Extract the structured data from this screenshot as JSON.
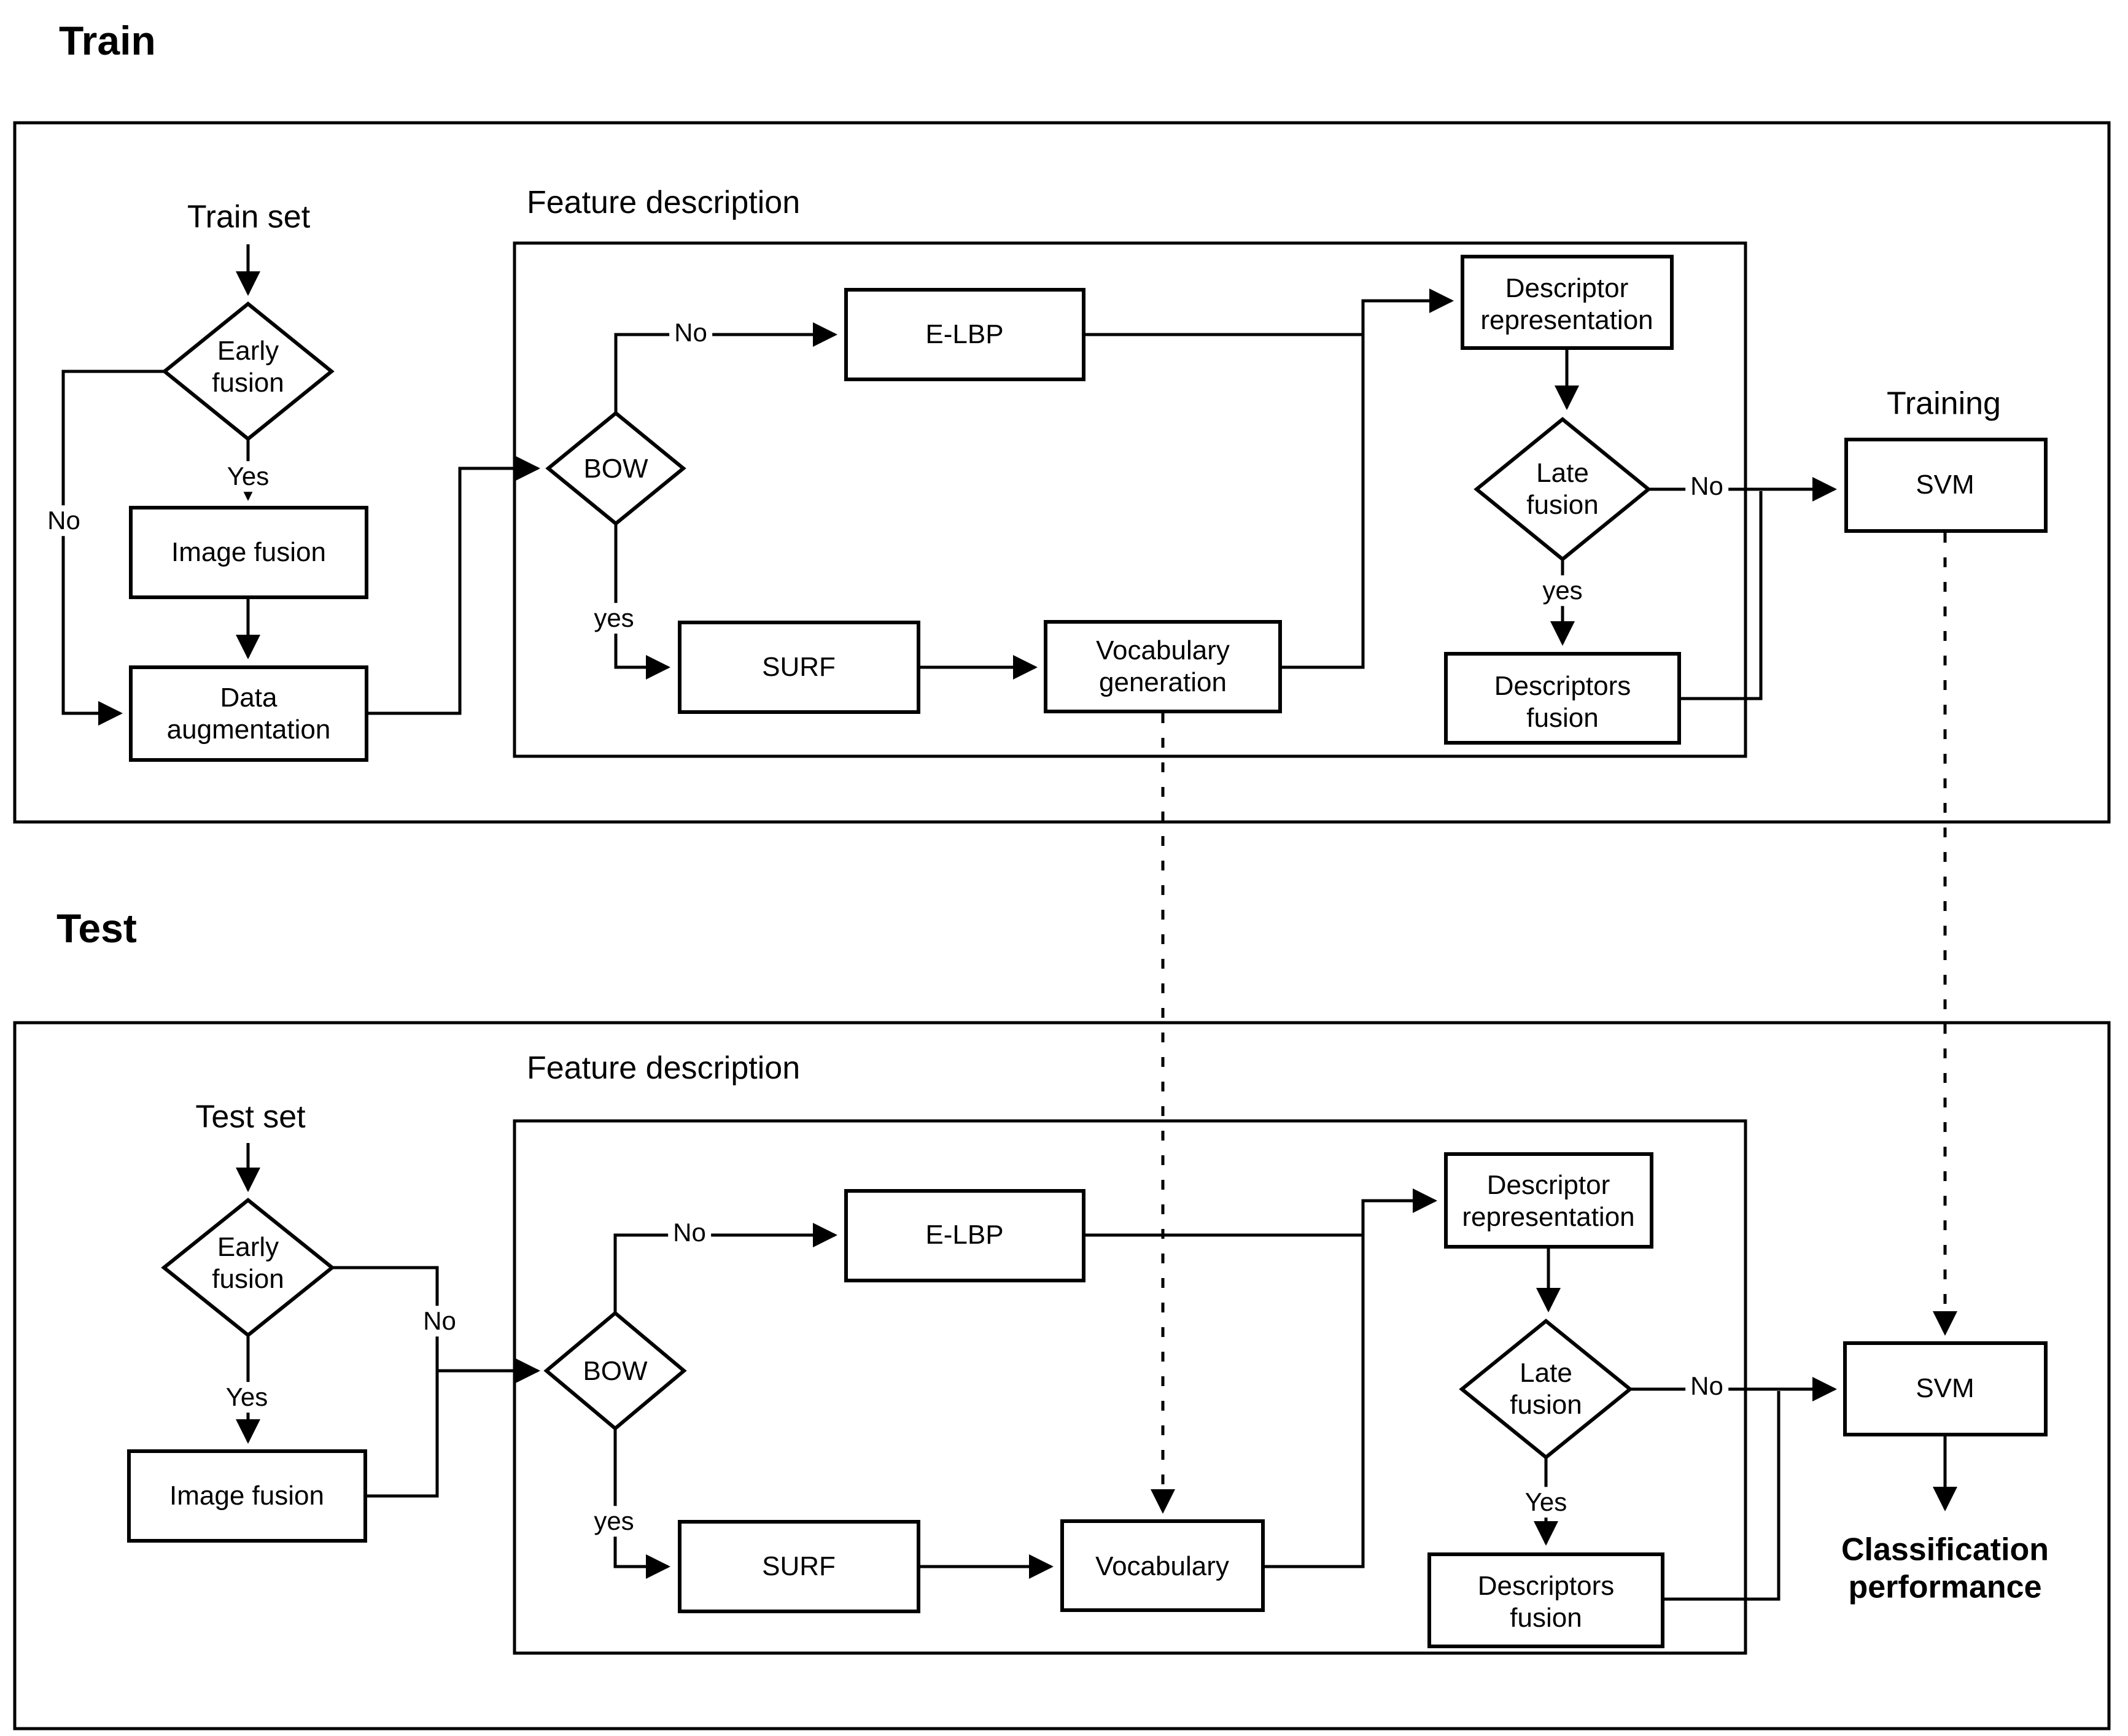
{
  "train": {
    "title": "Train",
    "source_label": "Train set",
    "early_fusion_decision": "Early fusion",
    "early_fusion_yes_label": "Yes",
    "early_fusion_no_label": "No",
    "image_fusion_box": "Image fusion",
    "data_augmentation_box": "Data augmentation",
    "feature_description_label": "Feature description",
    "bow_decision": "BOW",
    "bow_no_label": "No",
    "bow_yes_label": "yes",
    "elbp_box": "E-LBP",
    "surf_box": "SURF",
    "vocabulary_box": "Vocabulary generation",
    "descriptor_representation_box": "Descriptor representation",
    "late_fusion_decision": "Late fusion",
    "late_fusion_no_label": "No",
    "late_fusion_yes_label": "yes",
    "descriptors_fusion_box": "Descriptors fusion",
    "training_label": "Training",
    "svm_box": "SVM"
  },
  "test": {
    "title": "Test",
    "source_label": "Test set",
    "early_fusion_decision": "Early fusion",
    "early_fusion_yes_label": "Yes",
    "early_fusion_no_label": "No",
    "image_fusion_box": "Image fusion",
    "feature_description_label": "Feature description",
    "bow_decision": "BOW",
    "bow_no_label": "No",
    "bow_yes_label": "yes",
    "elbp_box": "E-LBP",
    "surf_box": "SURF",
    "vocabulary_box": "Vocabulary",
    "descriptor_representation_box": "Descriptor representation",
    "late_fusion_decision": "Late fusion",
    "late_fusion_no_label": "No",
    "late_fusion_yes_label": "Yes",
    "descriptors_fusion_box": "Descriptors fusion",
    "svm_box": "SVM",
    "output_label": "Classification performance"
  },
  "colors": {
    "stroke": "#000000",
    "background": "#ffffff"
  }
}
